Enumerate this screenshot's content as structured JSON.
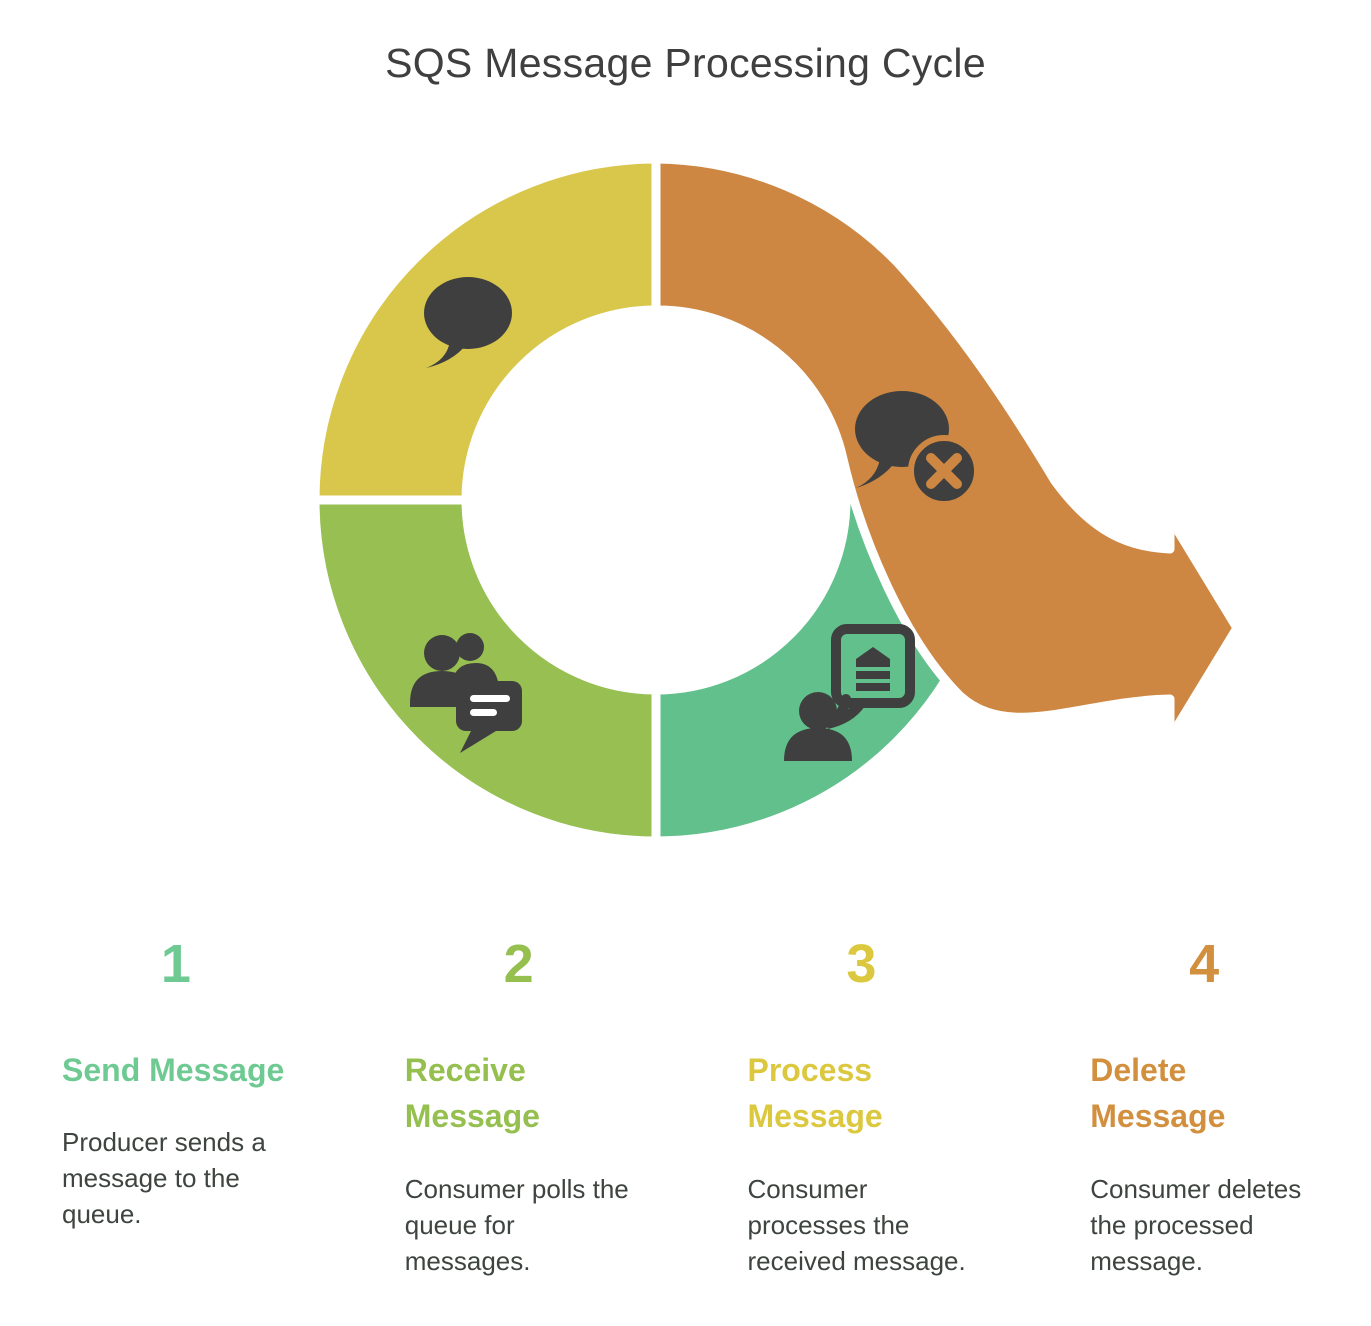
{
  "title": "SQS Message Processing Cycle",
  "colors": {
    "title_text": "#3f3f3f",
    "body_text": "#3e443f",
    "icon": "#3f3f3f",
    "segment_yellow": "#d8c74b",
    "segment_green": "#97bf52",
    "segment_teal": "#61c08b",
    "segment_orange": "#cd8742",
    "step1": "#6eca92",
    "step2": "#95bf4e",
    "step3": "#dcc83f",
    "step4": "#d2903f"
  },
  "diagram": {
    "segments": [
      {
        "position": "top-left",
        "color_name": "yellow",
        "icon": "chat-bubble-icon"
      },
      {
        "position": "bottom-left",
        "color_name": "green",
        "icon": "group-message-icon"
      },
      {
        "position": "bottom-right",
        "color_name": "teal",
        "icon": "person-processing-icon"
      },
      {
        "position": "top-right-arrow",
        "color_name": "orange",
        "icon": "delete-message-icon"
      }
    ]
  },
  "steps": [
    {
      "number": "1",
      "title": "Send Message",
      "description": "Producer sends a message to the queue."
    },
    {
      "number": "2",
      "title": "Receive Message",
      "description": "Consumer polls the queue for messages."
    },
    {
      "number": "3",
      "title": "Process Message",
      "description": "Consumer processes the received message."
    },
    {
      "number": "4",
      "title": "Delete Message",
      "description": "Consumer deletes the processed message."
    }
  ]
}
